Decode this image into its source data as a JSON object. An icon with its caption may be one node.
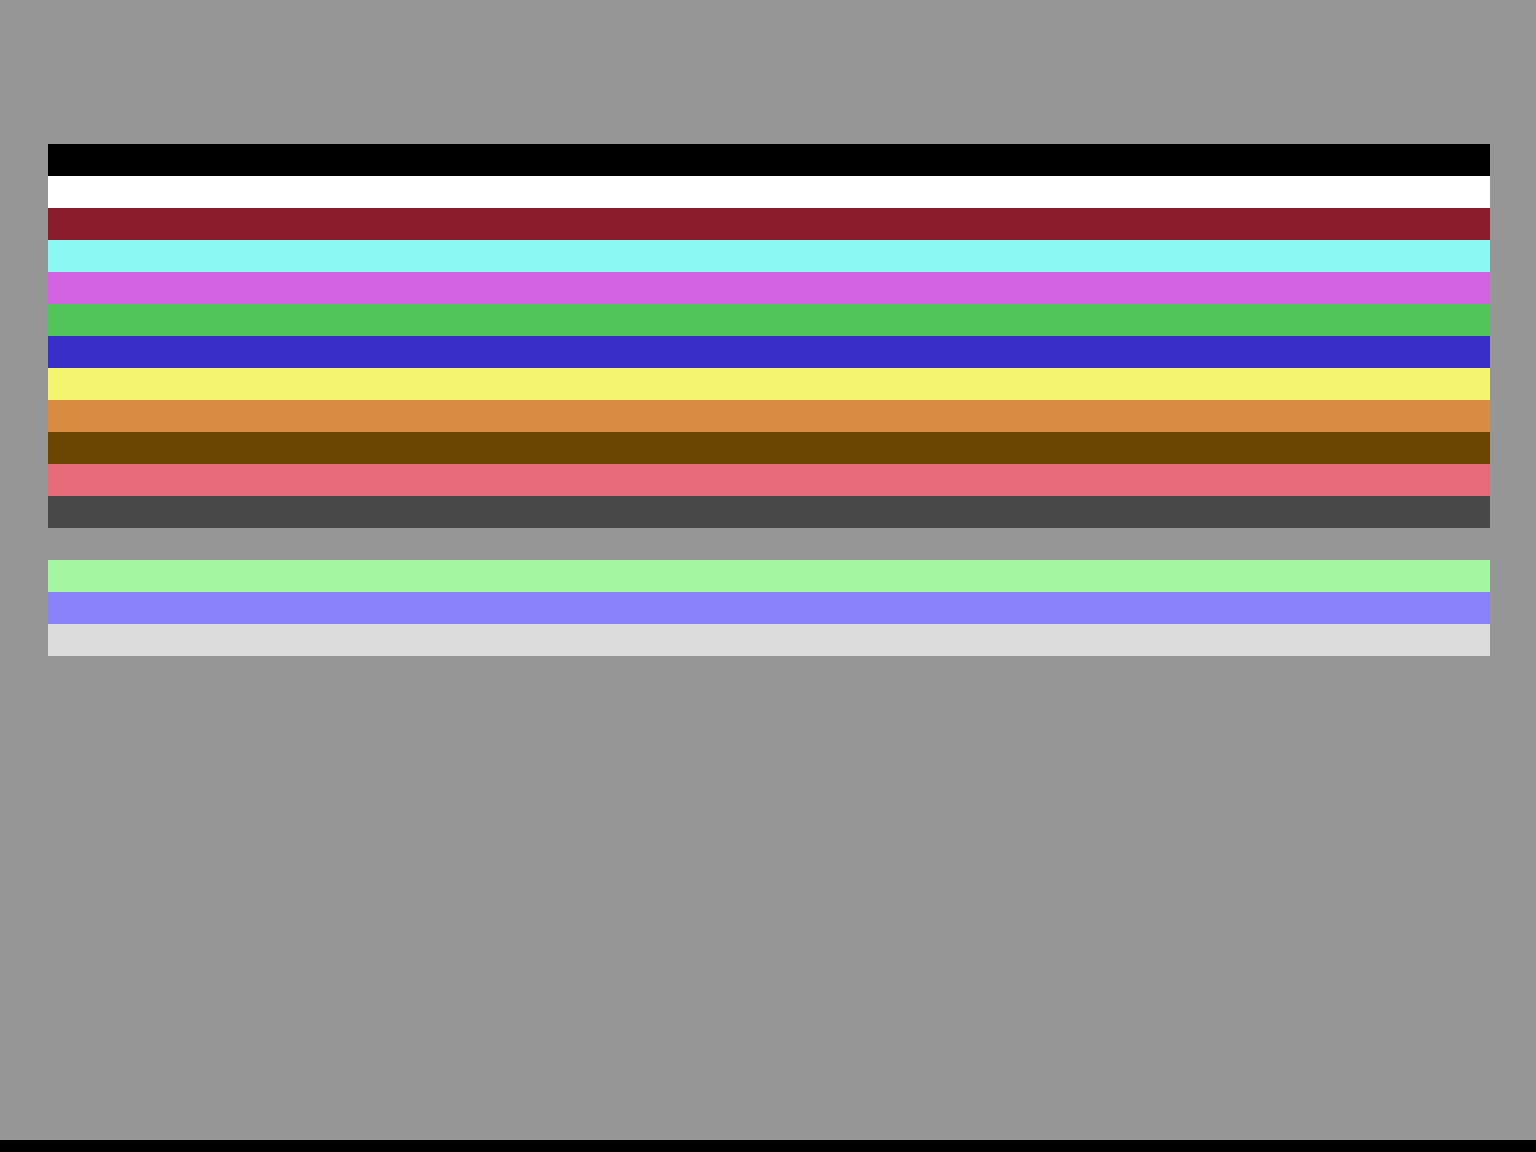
{
  "diagram": {
    "nodes": [
      {
        "text": [],
        "shape": "bar"
      },
      {
        "text": [],
        "shape": "bar"
      },
      {
        "text": [],
        "shape": "bar"
      },
      {
        "text": [],
        "shape": "bar"
      },
      {
        "text": [],
        "shape": "bar"
      },
      {
        "text": [],
        "shape": "bar"
      },
      {
        "text": [],
        "shape": "bar"
      },
      {
        "text": [],
        "shape": "bar"
      },
      {
        "text": [],
        "shape": "bar"
      },
      {
        "text": [],
        "shape": "bar"
      },
      {
        "text": [],
        "shape": "bar"
      },
      {
        "text": [],
        "shape": "bar"
      },
      {
        "text": [],
        "shape": "bar"
      },
      {
        "text": [],
        "shape": "bar"
      },
      {
        "text": [],
        "shape": "bar"
      }
    ]
  }
}
